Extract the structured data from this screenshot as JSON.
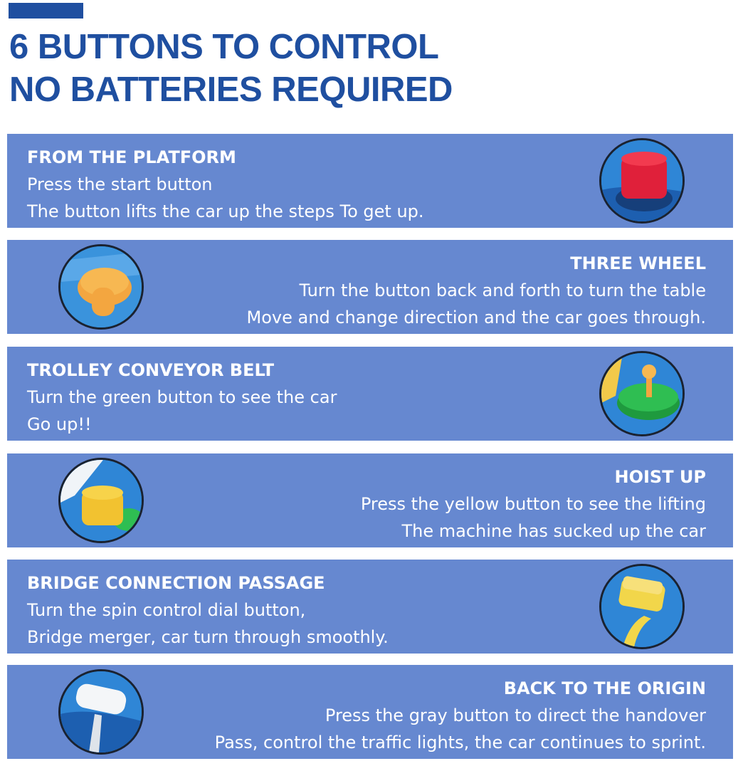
{
  "header": {
    "line1": "6 BUTTONS TO CONTROL",
    "line2": "NO BATTERIES REQUIRED"
  },
  "colors": {
    "accent": "#1f4fa0",
    "panel": "#6688d0",
    "text": "#ffffff"
  },
  "panels": [
    {
      "title": "FROM THE PLATFORM",
      "lines": [
        "Press the start button",
        "The button lifts the car up the steps To get up."
      ],
      "icon": "red-button-icon"
    },
    {
      "title": "THREE WHEEL",
      "lines": [
        "Turn the button back and forth to turn the table",
        "Move and change direction and the car goes through."
      ],
      "icon": "orange-knob-icon"
    },
    {
      "title": "TROLLEY CONVEYOR BELT",
      "lines": [
        "Turn the green button to see the car",
        "Go up!!"
      ],
      "icon": "green-dial-icon"
    },
    {
      "title": "HOIST UP",
      "lines": [
        "Press the yellow button to see the lifting",
        "The machine has sucked up the car"
      ],
      "icon": "yellow-button-icon"
    },
    {
      "title": "BRIDGE CONNECTION PASSAGE",
      "lines": [
        "Turn the spin control dial button,",
        "Bridge merger, car turn through smoothly."
      ],
      "icon": "yellow-lever-icon"
    },
    {
      "title": "BACK TO THE ORIGIN",
      "lines": [
        "Press the gray button to direct the handover",
        "Pass, control the traffic lights, the car continues to sprint."
      ],
      "icon": "gray-lever-icon"
    }
  ]
}
